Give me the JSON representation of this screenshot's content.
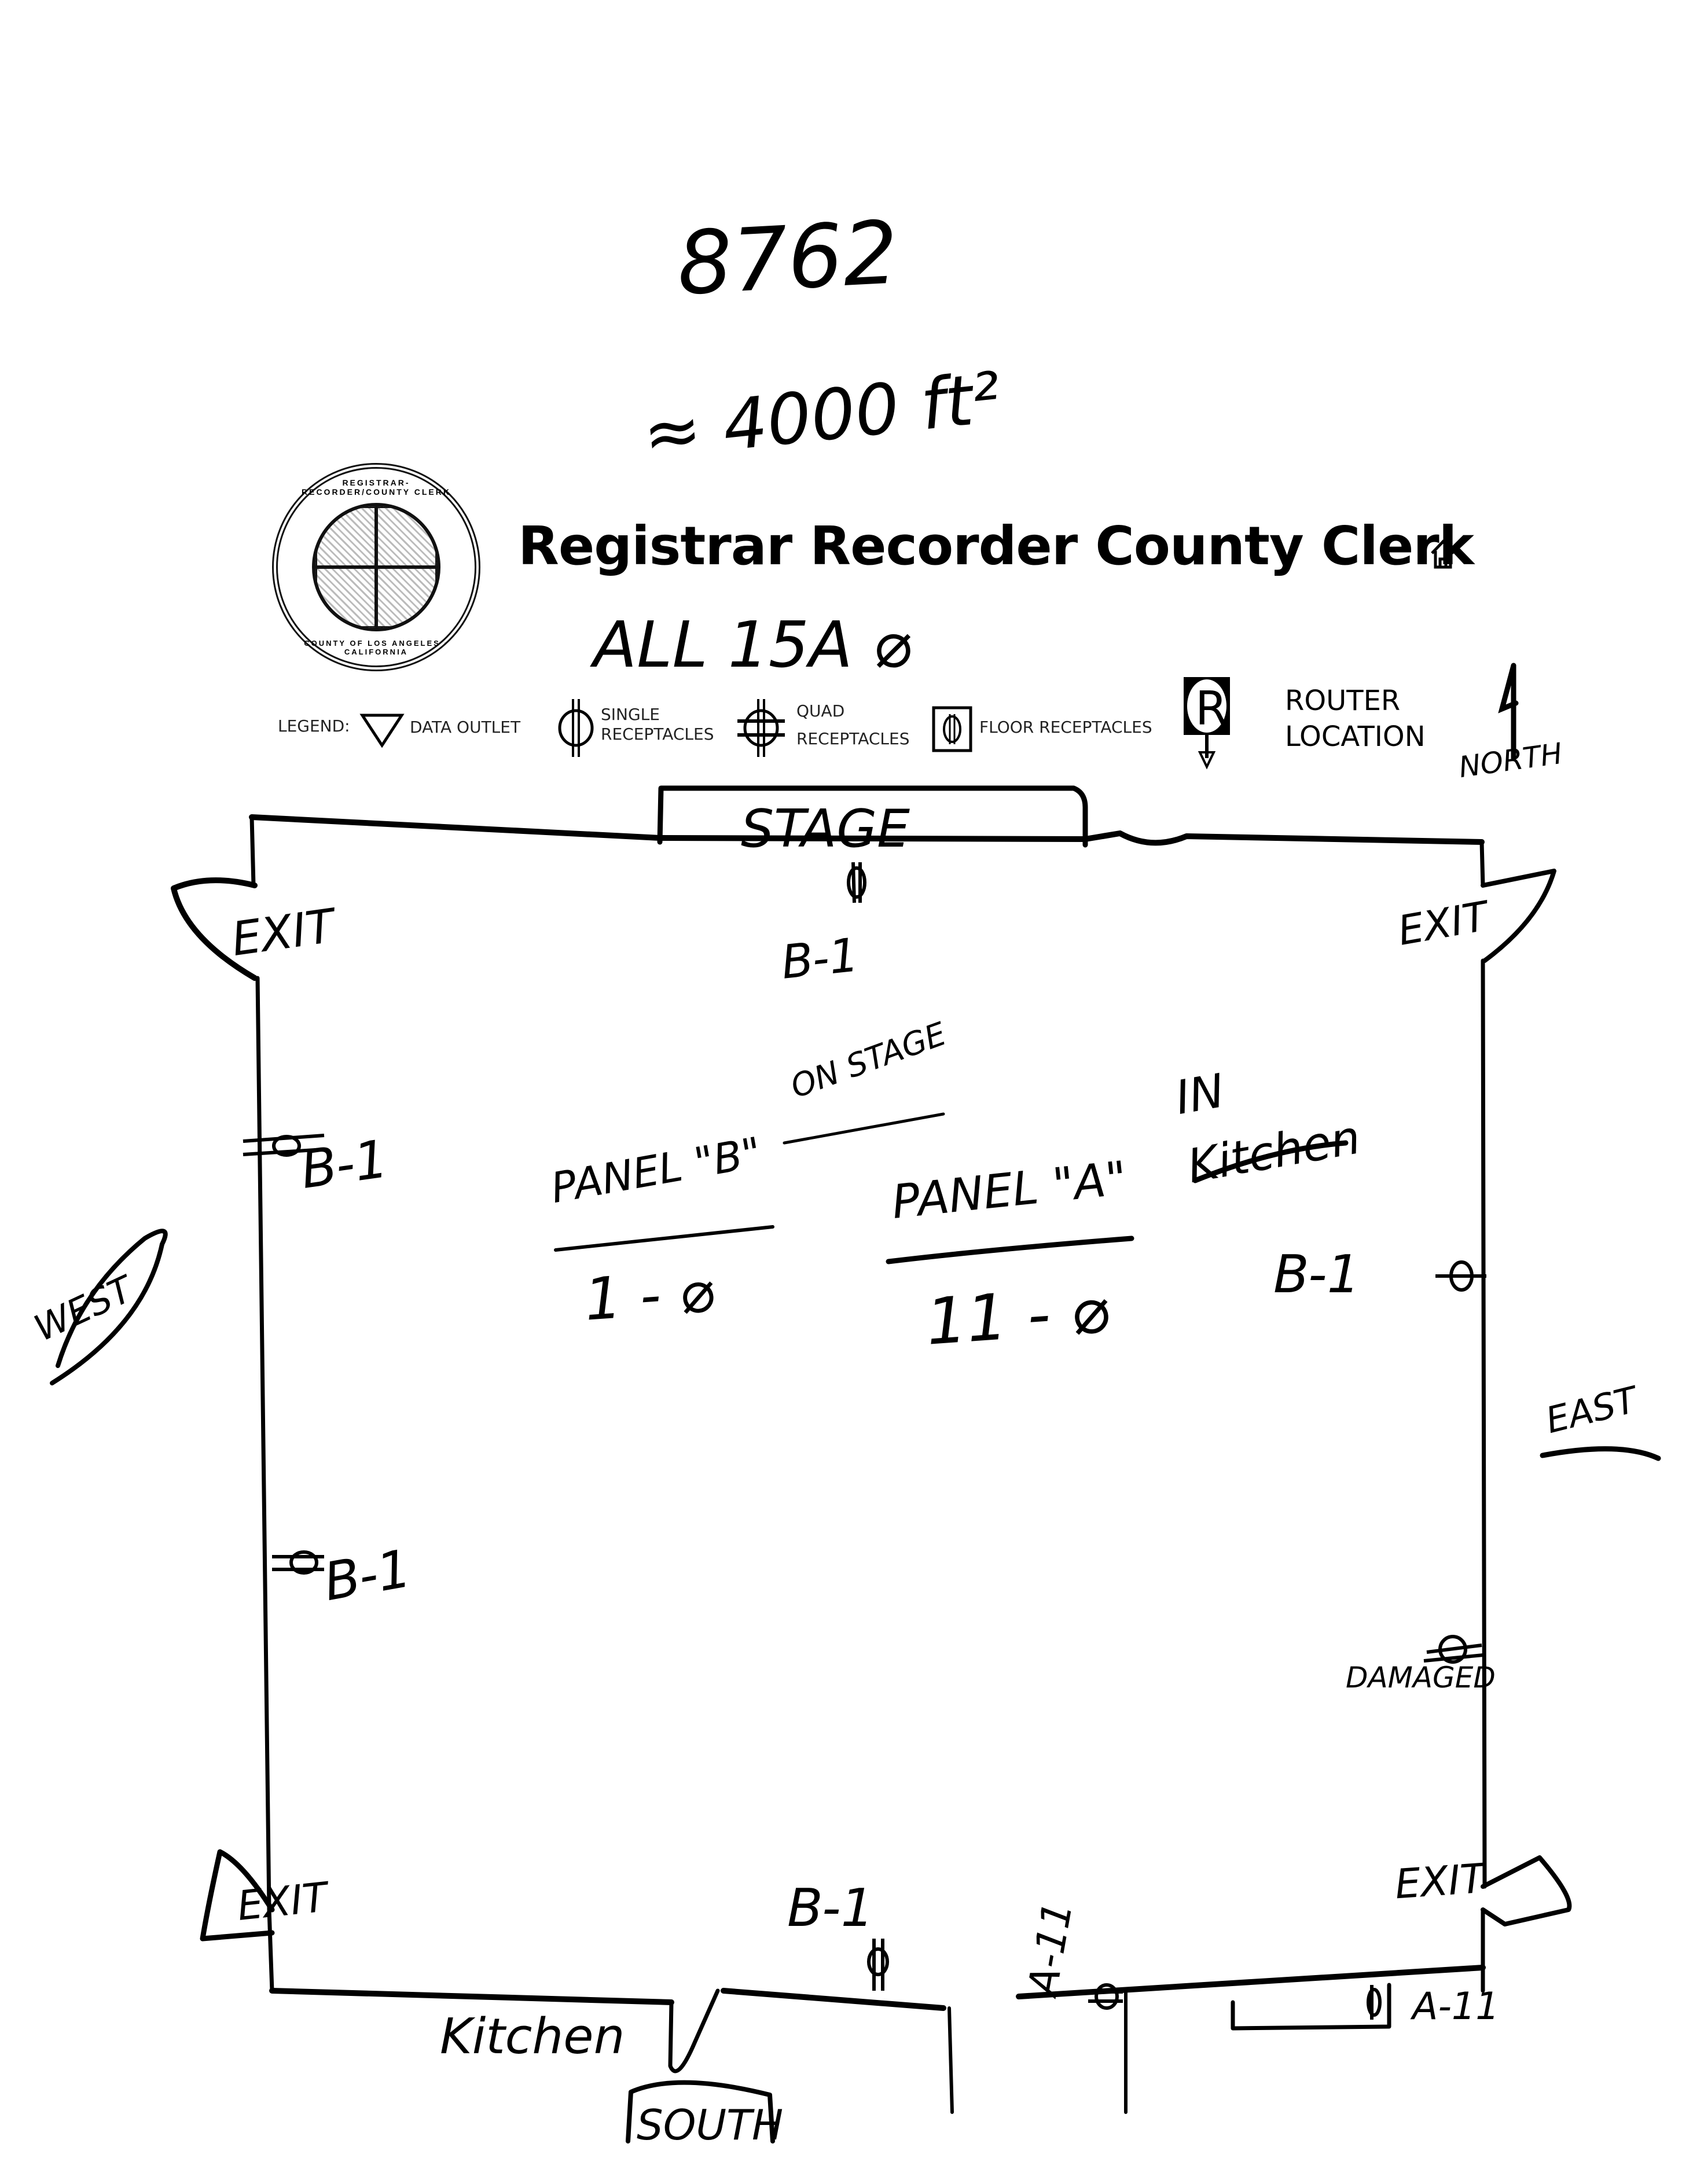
{
  "document": {
    "reference_number": "8762",
    "area_note": "≈ 4000 ft²",
    "agency_seal": {
      "top_text": "REGISTRAR-RECORDER/COUNTY CLERK",
      "bottom_text": "COUNTY OF LOS ANGELES · CALIFORNIA"
    },
    "header_title": "Registrar Recorder County Clerk",
    "home_icon": "home-icon",
    "circuit_note": "ALL 15A ⌀"
  },
  "legend": {
    "label": "LEGEND:",
    "items": [
      {
        "icon": "data-outlet-icon",
        "label": "DATA OUTLET"
      },
      {
        "icon": "single-receptacle-icon",
        "label_line1": "SINGLE",
        "label_line2": "RECEPTACLES"
      },
      {
        "icon": "quad-receptacle-icon",
        "label_line1": "QUAD",
        "label_line2": "RECEPTACLES"
      },
      {
        "icon": "floor-receptacle-icon",
        "label": "FLOOR RECEPTACLES"
      },
      {
        "icon": "router-icon",
        "glyph": "R",
        "label_line1": "ROUTER",
        "label_line2": "LOCATION"
      }
    ]
  },
  "compass": {
    "north": "NORTH",
    "west": "WEST",
    "east": "EAST",
    "south": "SOUTH"
  },
  "floor_plan": {
    "stage_label": "STAGE",
    "exits": [
      "EXIT",
      "EXIT",
      "EXIT",
      "EXIT"
    ],
    "outlets": {
      "stage": "B-1",
      "west_upper": "B-1",
      "west_lower": "B-1",
      "east_upper": "B-1",
      "east_lower_note": "DAMAGED",
      "south_center": "B-1",
      "south_right_a": "A-11",
      "south_right_b": "A-11"
    },
    "panels": [
      {
        "name": "PANEL \"B\"",
        "location": "ON STAGE",
        "phase": "1 - ⌀"
      },
      {
        "name": "PANEL \"A\"",
        "location": "IN Kitchen",
        "phase": "11 - ⌀"
      }
    ],
    "kitchen_label": "Kitchen"
  }
}
